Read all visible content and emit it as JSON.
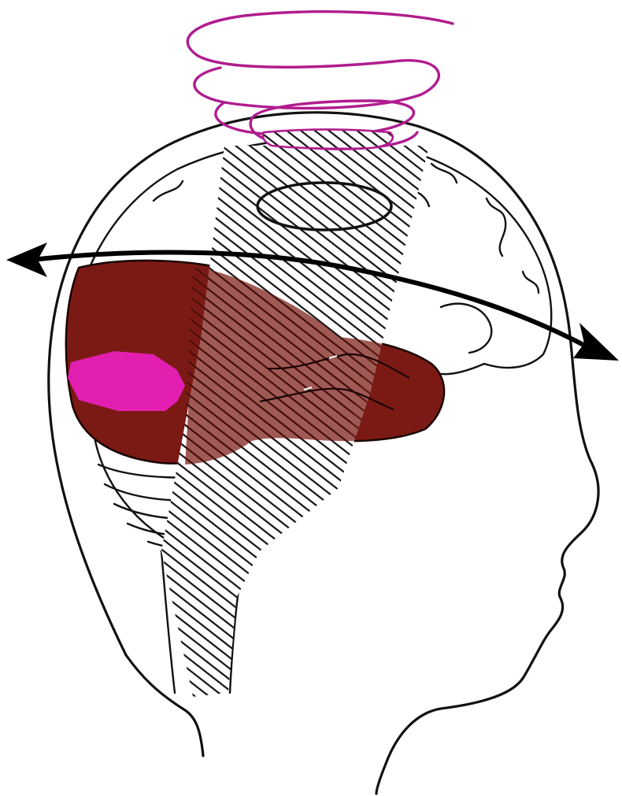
{
  "figure": {
    "kind": "head-brain-illustration",
    "background_color": "#ffffff",
    "colors": {
      "outline": "#111111",
      "posterior_region": "#7b1a14",
      "highlight_patch": "#e21fb0",
      "spiral": "#b01c8f",
      "hatch": "#111111",
      "arrow": "#000000"
    },
    "elements": [
      "head-profile-outline",
      "brain-outline",
      "cerebellum",
      "posterior-region",
      "highlight-patch",
      "vertical-hatched-band",
      "head-spiral",
      "inner-ellipse",
      "horizontal-double-arrow"
    ]
  }
}
